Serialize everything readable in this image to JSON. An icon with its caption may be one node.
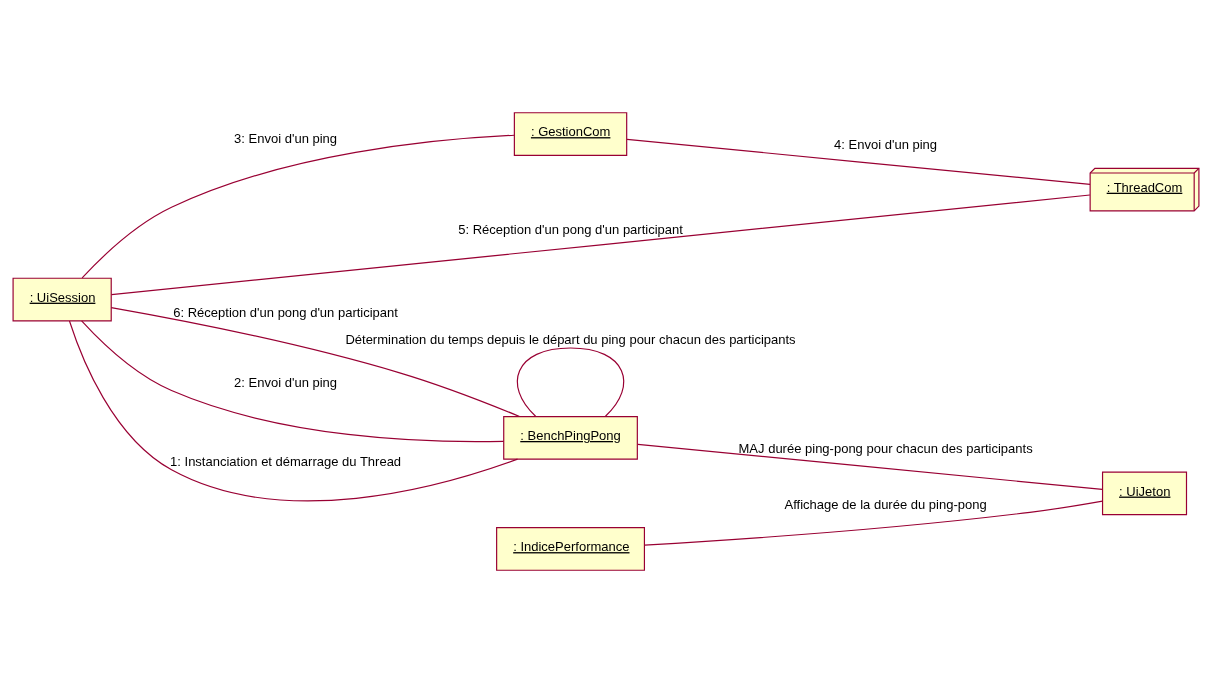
{
  "diagram": {
    "nodes": [
      {
        "text": [
          ": GestionCom"
        ]
      },
      {
        "text": [
          ": ThreadCom"
        ]
      },
      {
        "text": [
          ": UiSession"
        ]
      },
      {
        "text": [
          ": BenchPingPong"
        ]
      },
      {
        "text": [
          ": IndicePerformance"
        ]
      },
      {
        "text": [
          ": UiJeton"
        ]
      }
    ],
    "edges": [
      {
        "from": 0,
        "to": 1,
        "arrow": "none",
        "label": "4: Envoi d'un ping"
      },
      {
        "from": 2,
        "to": 0,
        "arrow": "none",
        "label": "3: Envoi d'un ping"
      },
      {
        "from": 2,
        "to": 1,
        "arrow": "none",
        "label": "5: Réception d'un pong d'un participant"
      },
      {
        "from": 2,
        "to": 3,
        "arrow": "none",
        "label": "6: Réception d'un pong d'un participant"
      },
      {
        "from": 2,
        "to": 3,
        "arrow": "none",
        "label": "2: Envoi d'un ping"
      },
      {
        "from": 2,
        "to": 3,
        "arrow": "none",
        "label": "1: Instanciation et démarrage du Thread"
      },
      {
        "from": 3,
        "to": 3,
        "arrow": "none",
        "label": "Détermination du temps depuis le départ du ping pour chacun des participants"
      },
      {
        "from": 3,
        "to": 5,
        "arrow": "none",
        "label": "MAJ durée ping-pong pour chacun des participants"
      },
      {
        "from": 4,
        "to": 5,
        "arrow": "none",
        "label": "Affichage de la durée du ping-pong"
      }
    ]
  }
}
